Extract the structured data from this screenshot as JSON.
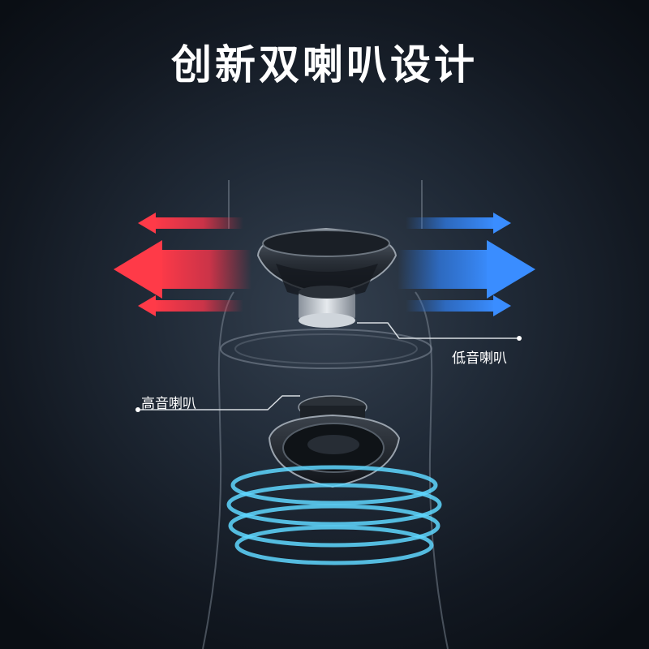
{
  "title": "创新双喇叭设计",
  "labels": {
    "woofer": "低音喇叭",
    "tweeter": "高音喇叭"
  },
  "colors": {
    "hot_arrow": "#ff3a48",
    "cool_arrow": "#3a8dff",
    "wave": "#5fd7ff",
    "background": "#1b2430"
  }
}
